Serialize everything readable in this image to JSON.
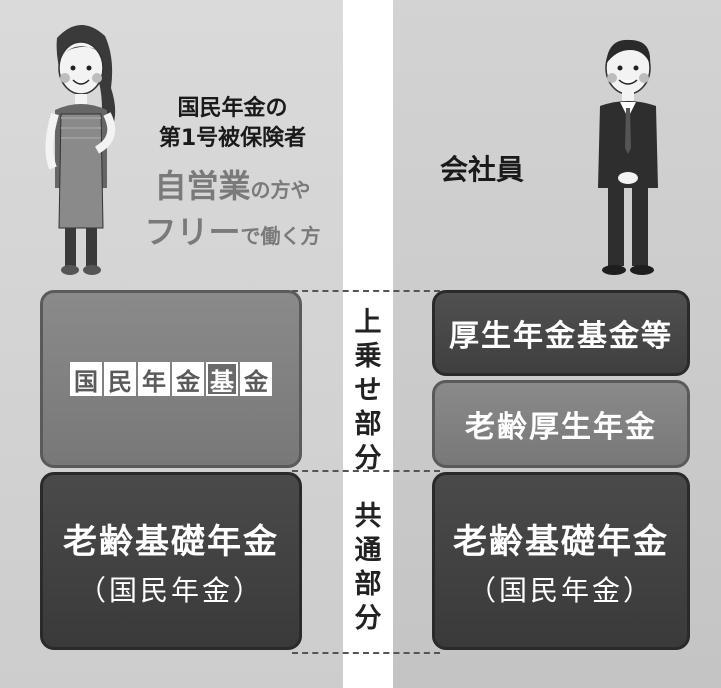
{
  "left_person": {
    "title_line1": "国民年金の",
    "title_line2": "第1号被保険者",
    "desc_big1": "自営業",
    "desc_small1": "の方や",
    "desc_big2": "フリー",
    "desc_small2": "で働く方"
  },
  "right_person": {
    "title": "会社員"
  },
  "left_top_block": {
    "chars": [
      "国",
      "民",
      "年",
      "金",
      "基",
      "金"
    ]
  },
  "left_bottom_block": {
    "line1": "老齢基礎年金",
    "line2": "（国民年金）"
  },
  "right_blocks": {
    "top": "厚生年金基金等",
    "middle": "老齢厚生年金",
    "bottom_line1": "老齢基礎年金",
    "bottom_line2": "（国民年金）"
  },
  "labels": {
    "upper": [
      "上",
      "乗",
      "せ",
      "部",
      "分"
    ],
    "lower": [
      "共",
      "通",
      "部",
      "分"
    ]
  },
  "colors": {
    "block_mid": "#7f7f7f",
    "block_dark": "#404040",
    "panel_bg": "#d0d0d0"
  }
}
